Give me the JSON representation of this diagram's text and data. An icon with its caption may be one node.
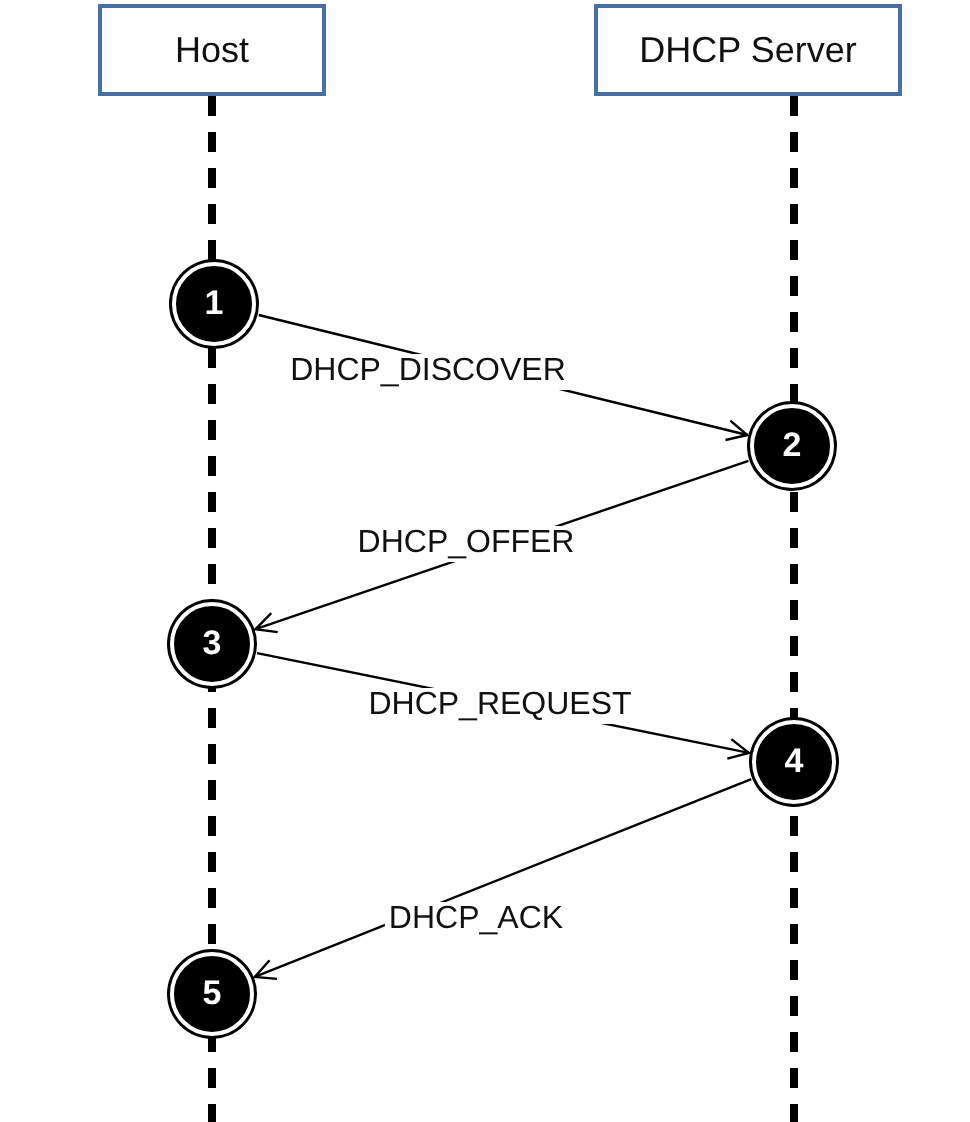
{
  "diagram": {
    "nodes": [
      {
        "text": [
          "Host"
        ]
      },
      {
        "text": [
          "DHCP Server"
        ]
      },
      {
        "text": [
          "1"
        ]
      },
      {
        "text": [
          "2"
        ]
      },
      {
        "text": [
          "3"
        ]
      },
      {
        "text": [
          "4"
        ]
      },
      {
        "text": [
          "5"
        ]
      }
    ],
    "edges": [
      {
        "from": 2,
        "to": 3,
        "arrow": "to",
        "label": "DHCP_DISCOVER"
      },
      {
        "from": 3,
        "to": 4,
        "arrow": "to",
        "label": "DHCP_OFFER"
      },
      {
        "from": 4,
        "to": 5,
        "arrow": "to",
        "label": "DHCP_REQUEST"
      },
      {
        "from": 5,
        "to": 6,
        "arrow": "to",
        "label": "DHCP_ACK"
      }
    ]
  }
}
